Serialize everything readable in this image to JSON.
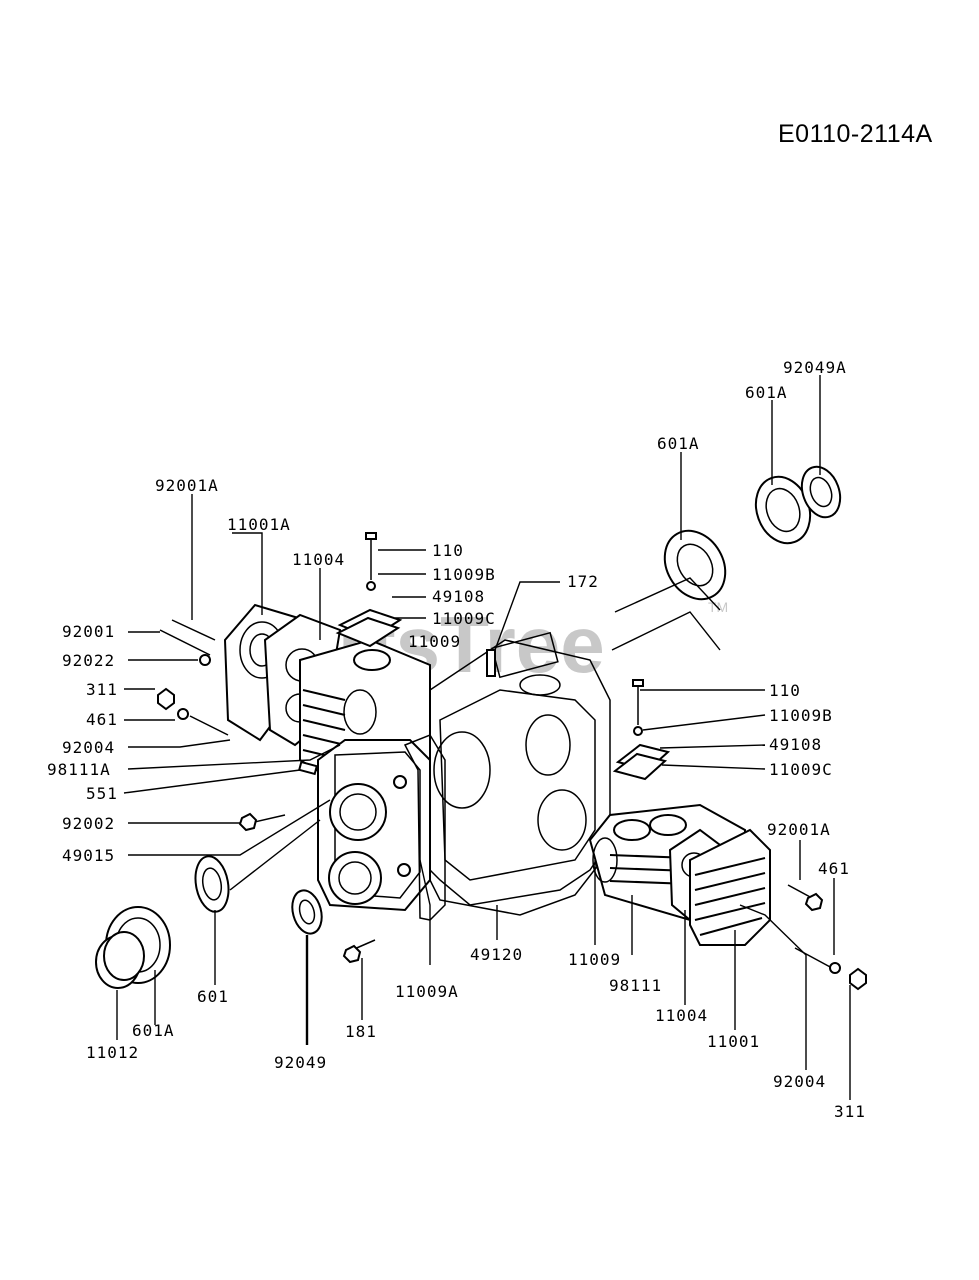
{
  "diagram_code": "E0110-2114A",
  "watermark": "PartsTree",
  "watermark_tm": "TM",
  "labels": {
    "l92049A": "92049A",
    "l601A_top": "601A",
    "l601A_mid": "601A",
    "l92001A_left": "92001A",
    "l11001A": "11001A",
    "l11004_top": "11004",
    "l110_top": "110",
    "l11009B_top": "11009B",
    "l49108_top": "49108",
    "l11009C_top": "11009C",
    "l172": "172",
    "l11009_top": "11009",
    "l92001": "92001",
    "l92022": "92022",
    "l311_left": "311",
    "l461_left": "461",
    "l92004_left": "92004",
    "l98111A": "98111A",
    "l551": "551",
    "l92002": "92002",
    "l49015": "49015",
    "l110_right": "110",
    "l11009B_right": "11009B",
    "l49108_right": "49108",
    "l11009C_right": "11009C",
    "l92001A_right": "92001A",
    "l461_right": "461",
    "l601": "601",
    "l601A_bottom": "601A",
    "l11012": "11012",
    "l92049": "92049",
    "l181": "181",
    "l11009A": "11009A",
    "l49120": "49120",
    "l11009_bottom": "11009",
    "l98111": "98111",
    "l11004_bottom": "11004",
    "l11001": "11001",
    "l92004_right": "92004",
    "l311_right": "311"
  }
}
